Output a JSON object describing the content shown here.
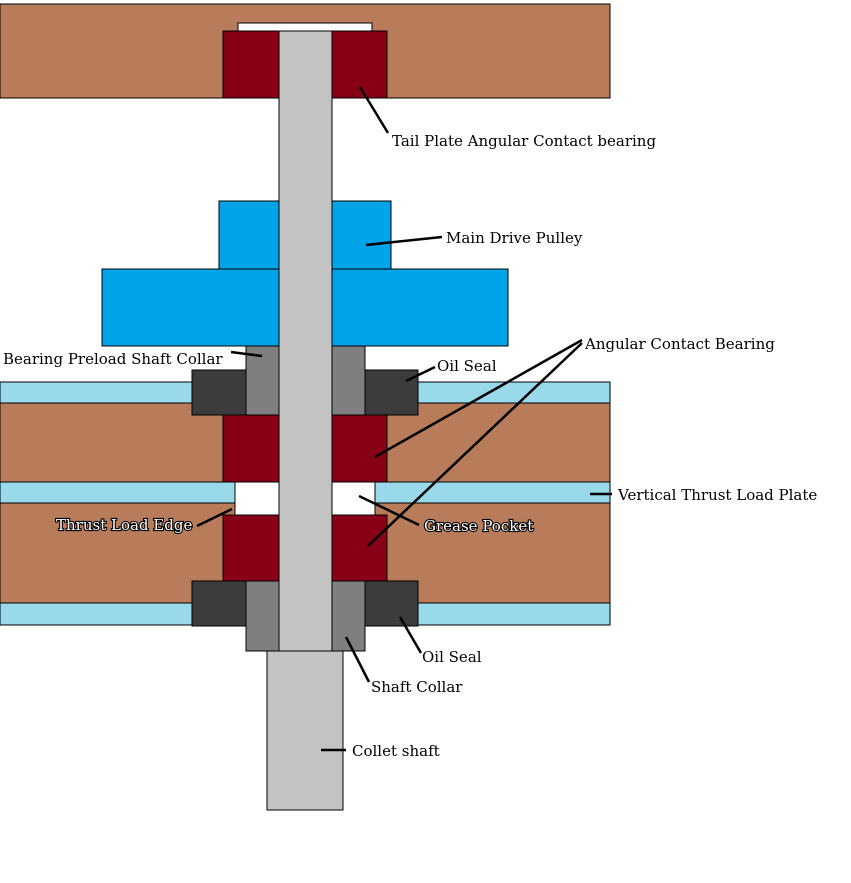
{
  "colors": {
    "wood": "#B87C5A",
    "bearing": "#880015",
    "shaft": "#C3C3C3",
    "pulley": "#00A2E8",
    "collar": "#7F7F7F",
    "seal": "#3C3C3C",
    "plate": "#99D9EA",
    "background": "#FFFFFF"
  },
  "labels": {
    "tail_plate_bearing": "Tail Plate Angular Contact bearing",
    "main_drive_pulley": "Main Drive Pulley",
    "bearing_preload_collar": "Bearing Preload Shaft Collar",
    "angular_contact_bearing": "Angular Contact Bearing",
    "oil_seal_top": "Oil Seal",
    "vertical_thrust_plate": "Vertical Thrust Load Plate",
    "thrust_load_edge": "Thrust Load Edge",
    "grease_pocket": "Grease Pocket",
    "oil_seal_bottom": "Oil Seal",
    "shaft_collar": "Shaft Collar",
    "collet_shaft": "Collet shaft"
  }
}
